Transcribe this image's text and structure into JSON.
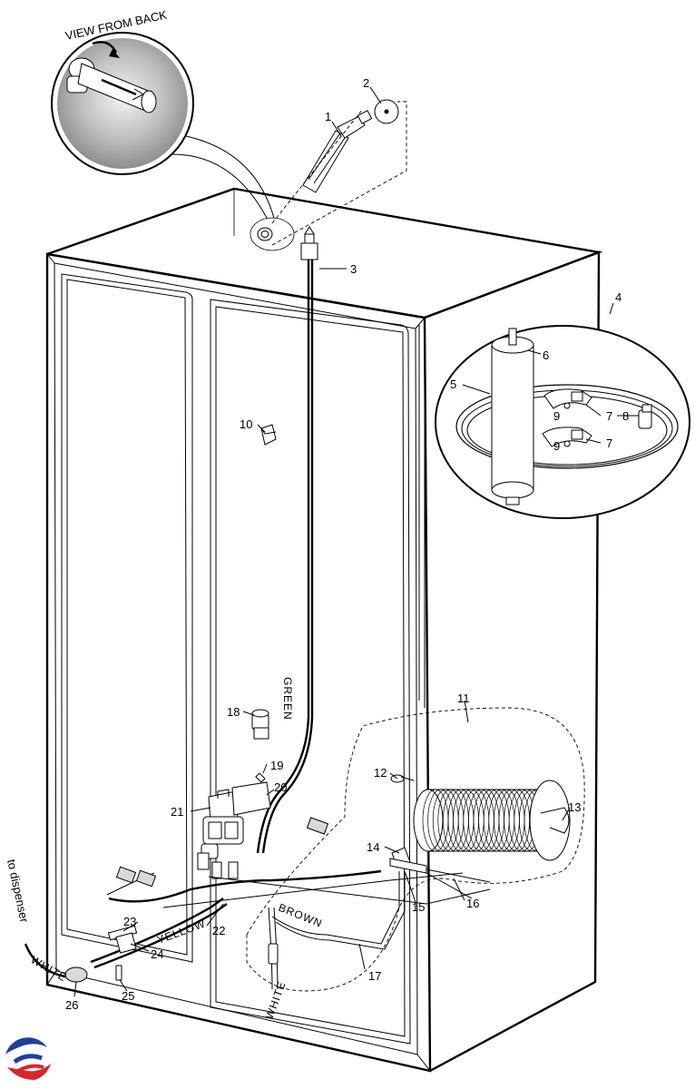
{
  "view_from_back_label": "VIEW FROM BACK",
  "to_dispenser_label": "to dispenser",
  "wire_labels": {
    "green": "GREEN",
    "yellow": "YELLOW",
    "brown": "BROWN",
    "white_main": "WHITE",
    "white_dispenser": "WHITE"
  },
  "callouts": {
    "c1": "1",
    "c2": "2",
    "c3": "3",
    "c4": "4",
    "c5": "5",
    "c6": "6",
    "c7a": "7",
    "c7b": "7",
    "c8": "8",
    "c9a": "9",
    "c9b": "9",
    "c10": "10",
    "c11": "11",
    "c12": "12",
    "c13": "13",
    "c14": "14",
    "c15": "15",
    "c16": "16",
    "c17": "17",
    "c18": "18",
    "c19": "19",
    "c20": "20",
    "c21": "21",
    "c22": "22",
    "c23": "23",
    "c24": "24",
    "c25": "25",
    "c26": "26"
  },
  "colors": {
    "logo_blue": "#1f3f99",
    "logo_red": "#d7262e"
  },
  "icons": {
    "logo": "brand-swirl-logo"
  }
}
